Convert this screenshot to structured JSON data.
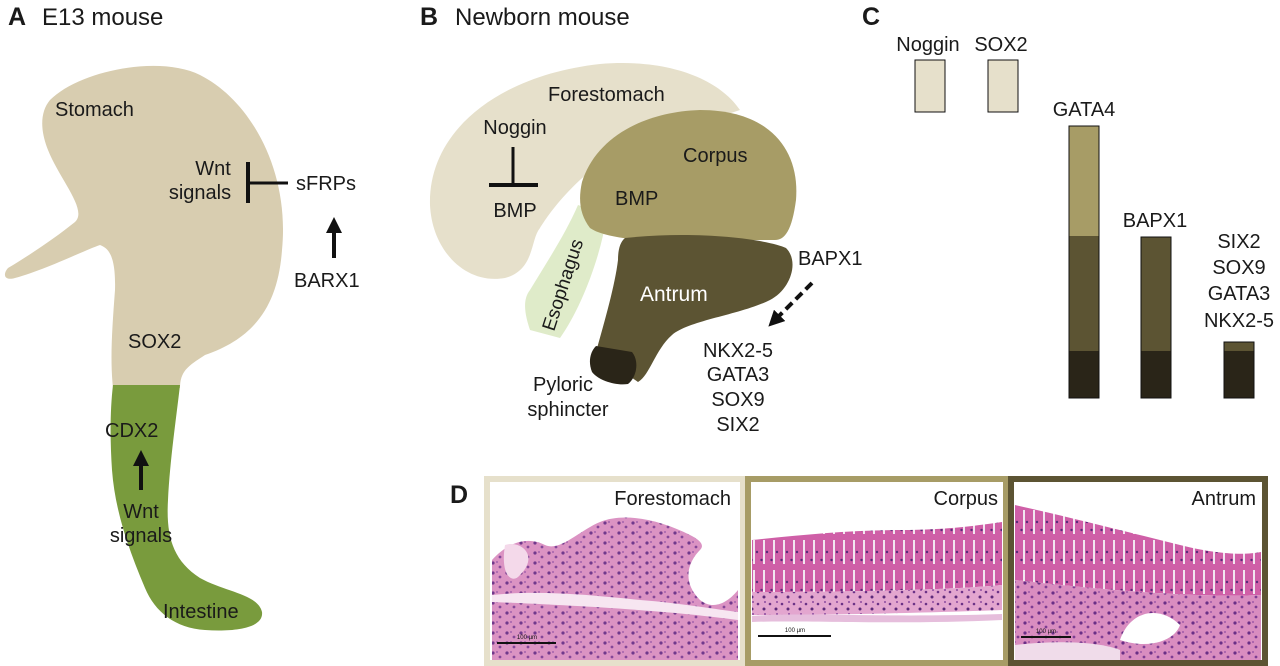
{
  "panels": {
    "a": {
      "letter": "A",
      "title": "E13 mouse",
      "labels": {
        "stomach": "Stomach",
        "wnt1": "Wnt",
        "signals1": "signals",
        "sfrps": "sFRPs",
        "barx1": "BARX1",
        "sox2": "SOX2",
        "cdx2": "CDX2",
        "wnt2": "Wnt",
        "signals2": "signals",
        "intestine": "Intestine"
      }
    },
    "b": {
      "letter": "B",
      "title": "Newborn mouse",
      "labels": {
        "forestomach": "Forestomach",
        "noggin": "Noggin",
        "bmp1": "BMP",
        "corpus": "Corpus",
        "bmp2": "BMP",
        "esophagus": "Esophagus",
        "antrum": "Antrum",
        "bapx1": "BAPX1",
        "pyloric": "Pyloric",
        "sphincter": "sphincter",
        "genes": [
          "NKX2-5",
          "GATA3",
          "SOX9",
          "SIX2"
        ]
      }
    },
    "c": {
      "letter": "C",
      "bars": [
        {
          "label": [
            "Noggin"
          ],
          "segments": [
            "forestomach"
          ]
        },
        {
          "label": [
            "SOX2"
          ],
          "segments": [
            "forestomach"
          ]
        },
        {
          "label": [
            "GATA4"
          ],
          "segments": [
            "corpus",
            "antrum",
            "pylorus"
          ]
        },
        {
          "label": [
            "BAPX1"
          ],
          "segments": [
            "antrum",
            "pylorus"
          ]
        },
        {
          "label": [
            "SIX2",
            "SOX9",
            "GATA3",
            "NKX2-5"
          ],
          "segments": [
            "antrum",
            "pylorus"
          ]
        }
      ]
    },
    "d": {
      "letter": "D",
      "sections": [
        {
          "title": "Forestomach",
          "scale": "100 µm"
        },
        {
          "title": "Corpus",
          "scale": "100 µm"
        },
        {
          "title": "Antrum",
          "scale": "100 µm"
        }
      ]
    }
  },
  "colors": {
    "forestomach": "#e6e0cb",
    "stomach_e13": "#d8cdb0",
    "corpus": "#a79c66",
    "antrum": "#5c5433",
    "pylorus": "#2a2518",
    "esophagus": "#dfebc9",
    "intestine": "#799b3d",
    "tissue_pink": "#d77bb8",
    "tissue_purple": "#7d3d93"
  }
}
